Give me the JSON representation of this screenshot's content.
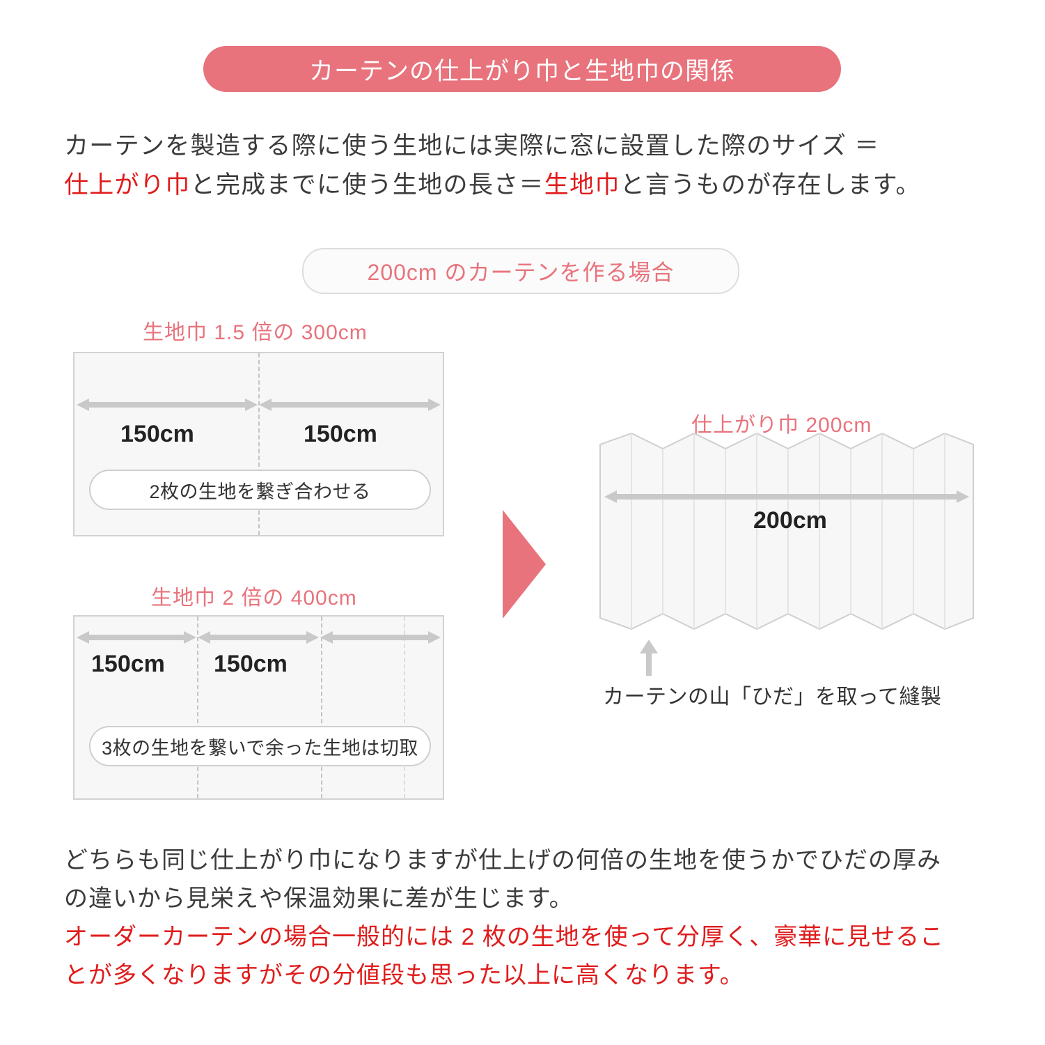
{
  "title": {
    "text": "カーテンの仕上がり巾と生地巾の関係",
    "banner_color": "#E8737C"
  },
  "intro": {
    "line1_part1": "カーテンを製造する際に使う生地には実際に窓に設置した際のサイズ ＝",
    "line2_red1": "仕上がり巾",
    "line2_part2": "と完成までに使う生地の長さ＝",
    "line2_red2": "生地巾",
    "line2_part3": "と言うものが存在します。"
  },
  "condition_pill": {
    "label": "200cm のカーテンを作る場合",
    "text_color": "#E8737C"
  },
  "diagram_1": {
    "heading": "生地巾 1.5 倍の 300cm",
    "segments": [
      {
        "label": "150cm"
      },
      {
        "label": "150cm"
      }
    ],
    "note": "2枚の生地を繋ぎ合わせる"
  },
  "diagram_2": {
    "heading": "生地巾 2 倍の 400cm",
    "segments": [
      {
        "label": "150cm"
      },
      {
        "label": "150cm"
      },
      {
        "label": ""
      }
    ],
    "note": "3枚の生地を繋いで余った生地は切取"
  },
  "curtain": {
    "heading": "仕上がり巾 200cm",
    "dimension_label": "200cm",
    "caption": "カーテンの山「ひだ」を取って縫製",
    "heading_color": "#E8737C"
  },
  "closing": {
    "line1": "どちらも同じ仕上がり巾になりますが仕上げの何倍の生地を使うかでひだの厚み",
    "line2": "の違いから見栄えや保温効果に差が生じます。",
    "line3_red": "オーダーカーテンの場合一般的には 2 枚の生地を使って分厚く、豪華に見せるこ",
    "line4_red": "とが多くなりますがその分値段も思った以上に高くなります。"
  },
  "colors": {
    "accent": "#E8737C",
    "red_text": "#e01c1c",
    "gray_arrow": "#c9c9c9",
    "box_fill": "#f7f7f7",
    "box_border": "#d2d2d2"
  }
}
